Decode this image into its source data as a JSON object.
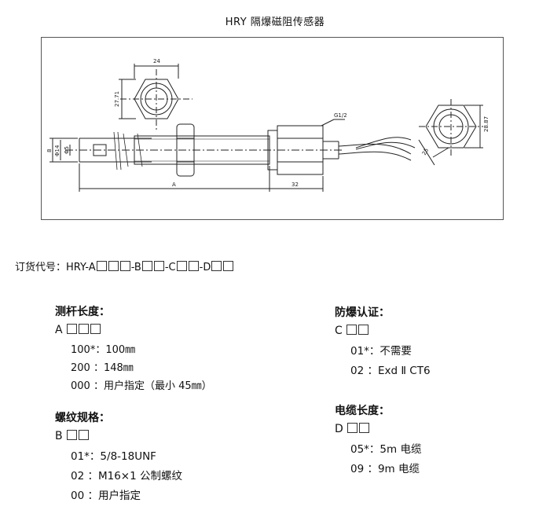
{
  "title": "HRY 隔爆磁阻传感器",
  "drawing": {
    "dims": {
      "hex_width": "24",
      "hex_height": "27.71",
      "thread": "G1/2",
      "dia_outer": "8",
      "dia_mid": "Φ14",
      "dia_inner": "Φ5",
      "len_a": "A",
      "len_32": "32",
      "right_hex_across": "28.87",
      "right_hex_flat": "25"
    }
  },
  "order_code": {
    "label": "订货代号：",
    "prefix": "HRY-A",
    "seg_b": "-B",
    "seg_c": "-C",
    "seg_d": "-D"
  },
  "sections": {
    "length": {
      "heading": "测杆长度：",
      "code": "A",
      "options": [
        "100*：100㎜",
        "200 ：148㎜",
        "000 ：用户指定（最小 45㎜）"
      ]
    },
    "thread": {
      "heading": "螺纹规格：",
      "code": "B",
      "options": [
        "01*：5/8-18UNF",
        "02 ：M16×1 公制螺纹",
        "00 ：用户指定"
      ]
    },
    "explosion": {
      "heading": "防爆认证：",
      "code": "C",
      "options": [
        "01*：不需要",
        "02 ：Exd Ⅱ CT6"
      ]
    },
    "cable": {
      "heading": "电缆长度：",
      "code": "D",
      "options": [
        "05*：5m 电缆",
        "09 ：9m 电缆"
      ]
    }
  }
}
